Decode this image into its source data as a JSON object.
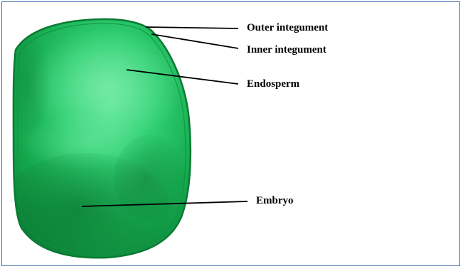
{
  "figure": {
    "labels": {
      "outer_integument": "Outer integument",
      "inner_integument": "Inner integument",
      "endosperm": "Endosperm",
      "embryo": "Embryo"
    }
  },
  "colors": {
    "seed_dark": "#0f8a3c",
    "seed_mid": "#17b457",
    "seed_light": "#4fe08c",
    "embryo_shadow": "#0b6e2f",
    "frame_border": "#3f6fb0",
    "label_text": "#000000"
  }
}
